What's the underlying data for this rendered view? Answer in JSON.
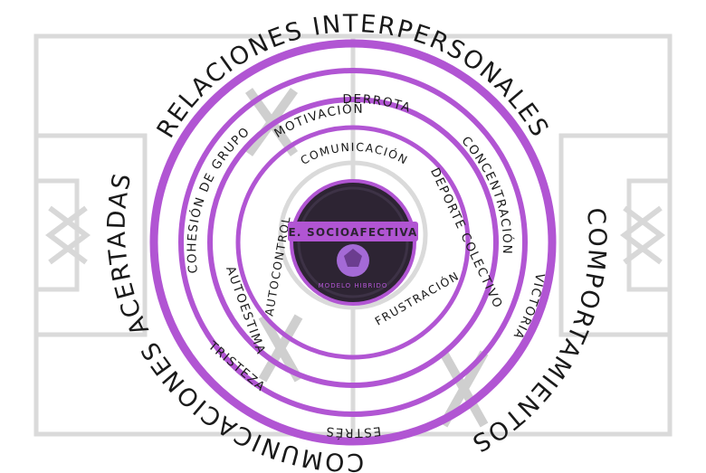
{
  "colors": {
    "ring": "#b155d3",
    "field_lines": "#dadada",
    "badge_dark": "#2d2433",
    "badge_ring": "#b155d3",
    "ball": "#a46ad6"
  },
  "badge": {
    "title": "E. SOCIOAFECTIVA",
    "subtitle": "MODELO HIBRIDO"
  },
  "outer_labels": {
    "top": "RELACIONES INTERPERSONALES",
    "right": "COMPORTAMIENTOS",
    "left": "COMUNICACIONES ACERTADAS"
  },
  "ring_labels": {
    "derrota": "DERROTA",
    "concentracion": "CONCENTRACIÓN",
    "victoria": "VICTORIA",
    "estres": "ESTRÉS",
    "tristeza": "TRISTEZA",
    "autoestima": "AUTOESTIMA",
    "cohesion": "COHESIÓN DE GRUPO",
    "motivacion": "MOTIVACIÓN",
    "deporte": "DEPORTE COLECTIVO",
    "comunicacion": "COMUNICACIÓN",
    "autocontrol": "AUTOCONTROL",
    "frustracion": "FRUSTRACIÓN"
  }
}
